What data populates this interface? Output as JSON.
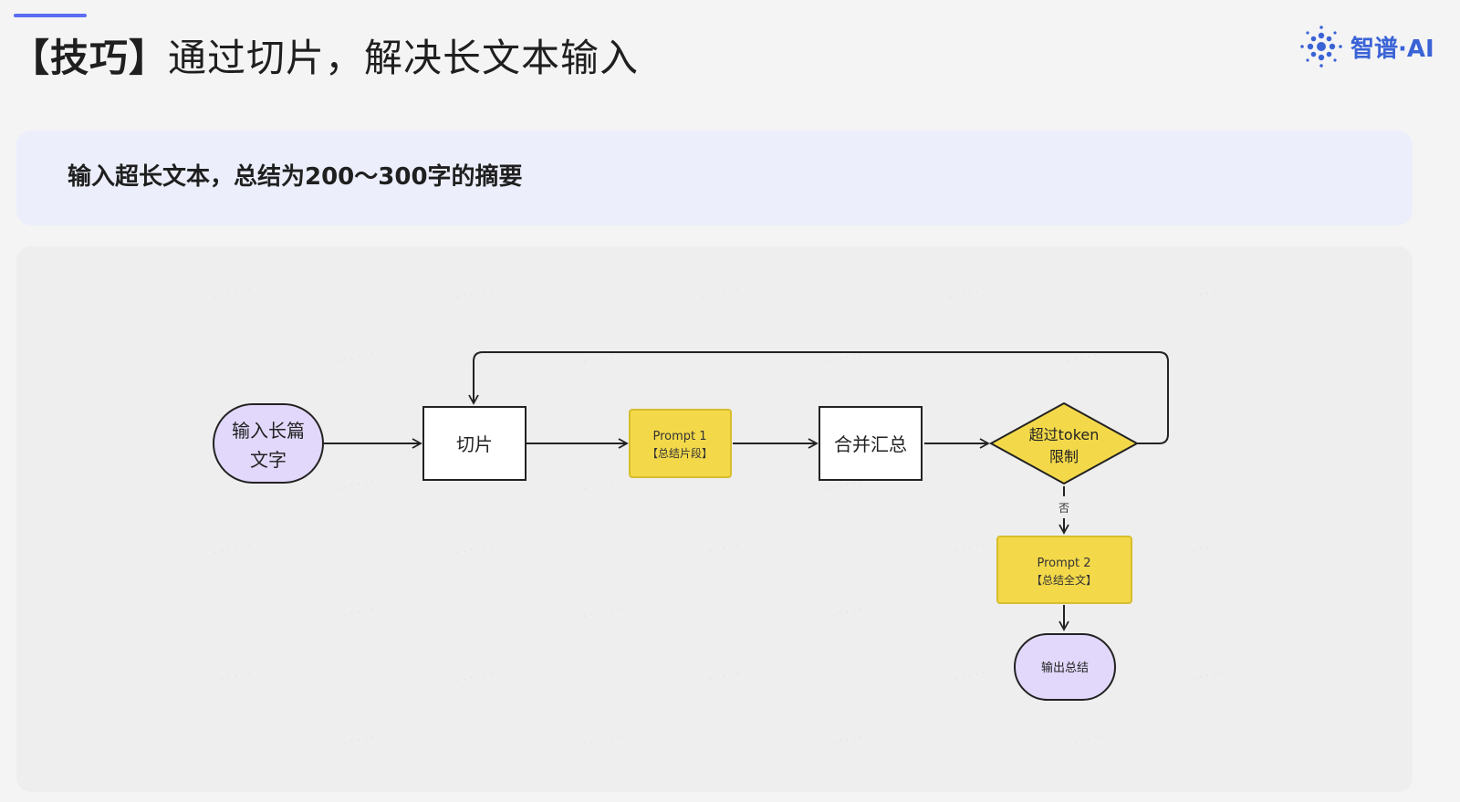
{
  "header": {
    "title_bracket": "【技巧】",
    "title_rest": "通过切片，解决长文本输入",
    "logo": {
      "icon": "dots-logo-icon",
      "text": "智谱·AI",
      "color": "#3a63d6"
    }
  },
  "prompt_box": {
    "text": "输入超长文本，总结为200～300字的摘要"
  },
  "flowchart": {
    "nodes": {
      "input": {
        "line1": "输入长篇",
        "line2": "文字"
      },
      "slice": {
        "label": "切片"
      },
      "prompt1": {
        "line1": "Prompt 1",
        "line2": "【总结片段】"
      },
      "merge": {
        "label": "合并汇总"
      },
      "decision": {
        "line1": "超过token",
        "line2": "限制"
      },
      "prompt2": {
        "line1": "Prompt 2",
        "line2": "【总结全文】"
      },
      "output": {
        "label": "输出总结"
      }
    },
    "edge_no_label": "否",
    "colors": {
      "terminal_fill": "#e2d8fb",
      "process_fill": "#f3d94a",
      "decision_fill": "#f3d94a",
      "box_fill": "#ffffff",
      "stroke": "#222222"
    }
  }
}
